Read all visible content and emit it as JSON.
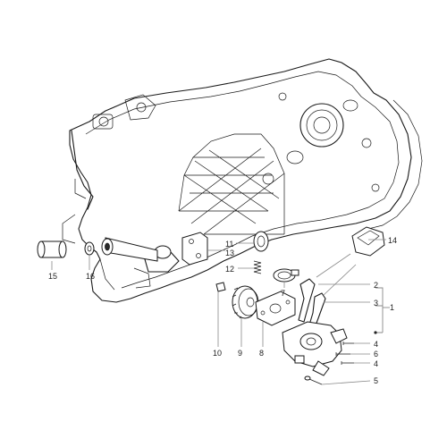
{
  "diagram": {
    "callouts": [
      {
        "id": "c1",
        "label": "1"
      },
      {
        "id": "c2",
        "label": "2"
      },
      {
        "id": "c3",
        "label": "3"
      },
      {
        "id": "c4a",
        "label": "4"
      },
      {
        "id": "c4b",
        "label": "4"
      },
      {
        "id": "c5",
        "label": "5"
      },
      {
        "id": "c6",
        "label": "6"
      },
      {
        "id": "c7",
        "label": "7"
      },
      {
        "id": "c8",
        "label": "8"
      },
      {
        "id": "c9",
        "label": "9"
      },
      {
        "id": "c10",
        "label": "10"
      },
      {
        "id": "c11",
        "label": "11"
      },
      {
        "id": "c12",
        "label": "12"
      },
      {
        "id": "c13",
        "label": "13"
      },
      {
        "id": "c14",
        "label": "14"
      },
      {
        "id": "c15",
        "label": "15"
      },
      {
        "id": "c16",
        "label": "16"
      }
    ]
  }
}
